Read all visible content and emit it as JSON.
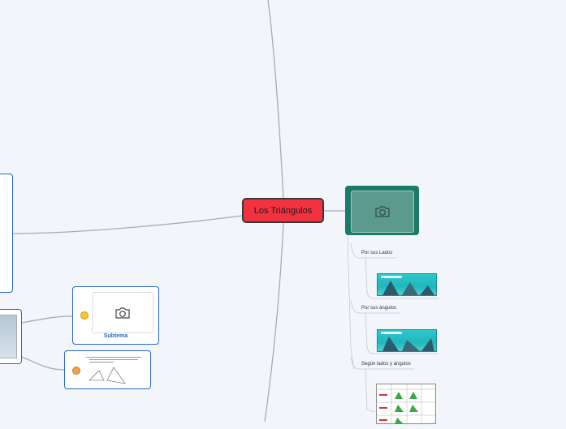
{
  "central": {
    "title": "Los Triángulos"
  },
  "branches": [
    {
      "label": "Por sus Lados"
    },
    {
      "label": "Por sus ángulos"
    },
    {
      "label": "Según lados y ángulos"
    }
  ],
  "subtopic": {
    "label": "Subtema"
  },
  "icons": {
    "image_placeholder": "camera-icon",
    "smiley": "smiley-icon",
    "grin": "grin-icon"
  },
  "colors": {
    "central_fill": "#f2333f",
    "teal_card": "#1c7a68",
    "connector": "#9aa3ae",
    "frame_blue": "#2a66c6",
    "subtopic_text": "#2a6bc4"
  }
}
